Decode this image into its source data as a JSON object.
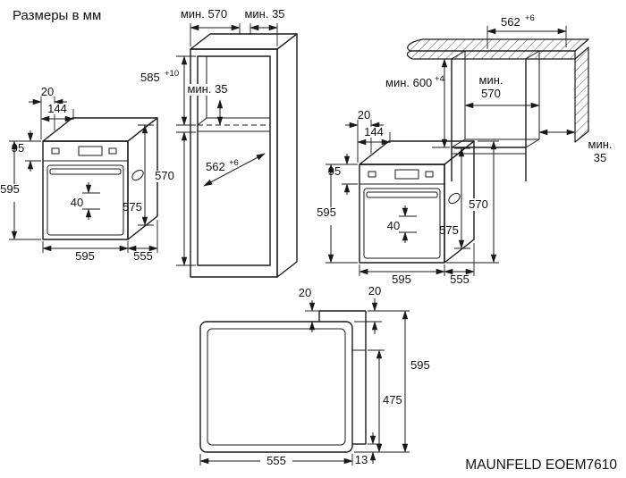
{
  "title": "Размеры в мм",
  "model": "MAUNFELD EOEM7610",
  "column": {
    "depth_min": "мин. 570",
    "rear_gap_min": "мин. 35",
    "niche_height": "585",
    "niche_height_tol": "+10",
    "vent_min": "мин. 35",
    "lower_niche_height": "570",
    "niche_width": "562",
    "niche_width_tol": "+6"
  },
  "oven_left": {
    "top_inset": "20",
    "panel_depth": "144",
    "panel_height": "95",
    "height": "595",
    "handle_gap": "40",
    "body_height": "575",
    "width": "595",
    "depth": "555"
  },
  "oven_right": {
    "top_inset": "20",
    "panel_depth": "144",
    "panel_height": "95",
    "height": "595",
    "handle_gap": "40",
    "body_height": "575",
    "width": "595",
    "depth": "555",
    "niche_height": "570"
  },
  "counter": {
    "niche_width": "562",
    "niche_width_tol": "+6",
    "height_min": "мин. 600",
    "height_tol": "+4",
    "depth_min_1": "мин.",
    "depth_min_2": "570",
    "rear_gap_1": "мин.",
    "rear_gap_2": "35"
  },
  "front_view": {
    "top_overhang": "20",
    "frame_overhang": "20",
    "height": "595",
    "inner_height": "475",
    "width": "555",
    "bottom_overhang": "13"
  }
}
